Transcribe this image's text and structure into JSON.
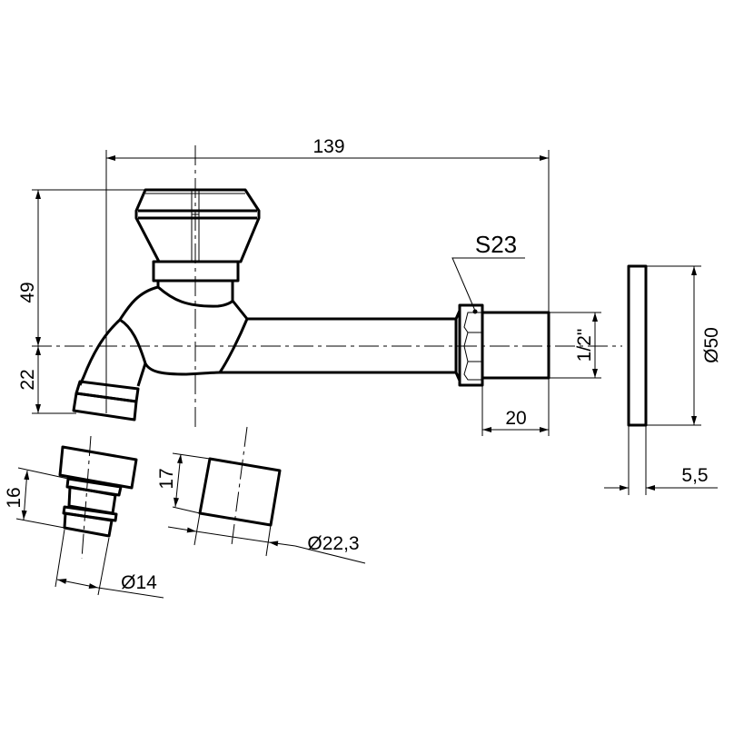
{
  "drawing": {
    "title": "Wall tap technical drawing",
    "dimensions": {
      "overall_length": "139",
      "height_above_axis": "49",
      "height_below_axis": "22",
      "wrench_size": "S23",
      "thread": "1/2\"",
      "thread_length": "20",
      "flange_diameter": "Ø50",
      "flange_thickness": "5,5",
      "adapter_height": "16",
      "adapter_diameter": "Ø14",
      "cap_height": "17",
      "cap_diameter": "Ø22,3"
    }
  }
}
